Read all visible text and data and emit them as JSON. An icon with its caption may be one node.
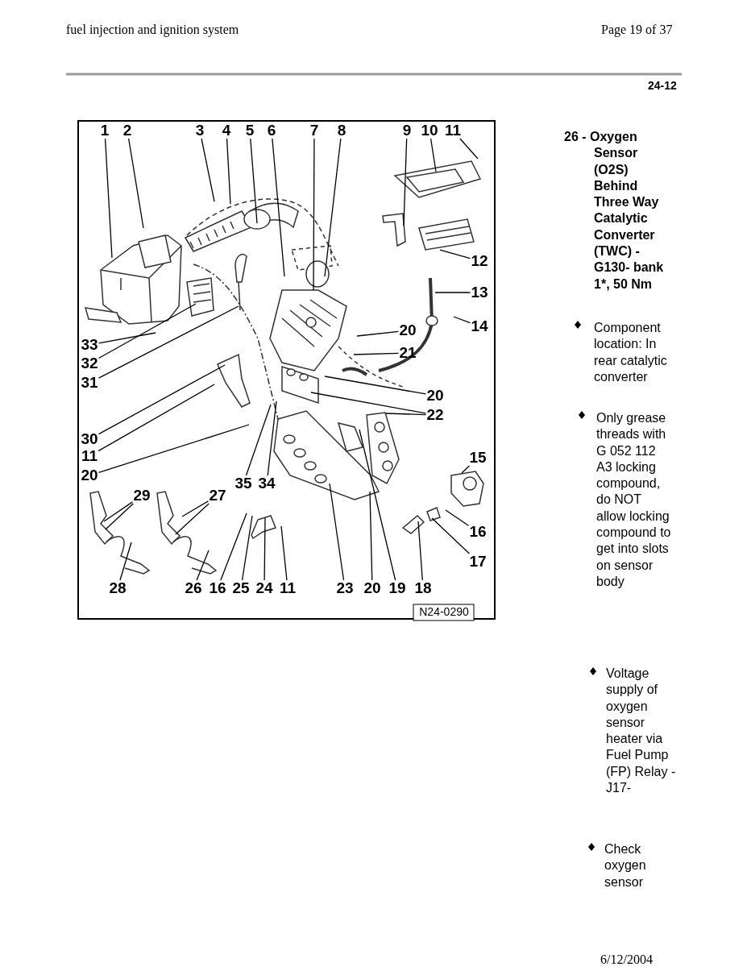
{
  "diagram": {
    "title": "fuel injection and ignition system",
    "nodes": [
      {
        "text": [
          "1"
        ]
      },
      {
        "text": [
          "2"
        ]
      },
      {
        "text": [
          "3"
        ]
      },
      {
        "text": [
          "4"
        ]
      },
      {
        "text": [
          "5"
        ]
      },
      {
        "text": [
          "6"
        ]
      },
      {
        "text": [
          "7"
        ]
      },
      {
        "text": [
          "8"
        ]
      },
      {
        "text": [
          "9"
        ]
      },
      {
        "text": [
          "10"
        ]
      },
      {
        "text": [
          "11"
        ]
      },
      {
        "text": [
          "12"
        ]
      },
      {
        "text": [
          "13"
        ]
      },
      {
        "text": [
          "14"
        ]
      },
      {
        "text": [
          "20"
        ]
      },
      {
        "text": [
          "21"
        ]
      },
      {
        "text": [
          "20"
        ]
      },
      {
        "text": [
          "22"
        ]
      },
      {
        "text": [
          "15"
        ]
      },
      {
        "text": [
          "16"
        ]
      },
      {
        "text": [
          "17"
        ]
      },
      {
        "text": [
          "33"
        ]
      },
      {
        "text": [
          "32"
        ]
      },
      {
        "text": [
          "31"
        ]
      },
      {
        "text": [
          "30"
        ]
      },
      {
        "text": [
          "11"
        ]
      },
      {
        "text": [
          "20"
        ]
      },
      {
        "text": [
          "35"
        ]
      },
      {
        "text": [
          "34"
        ]
      },
      {
        "text": [
          "29"
        ]
      },
      {
        "text": [
          "27"
        ]
      },
      {
        "text": [
          "28"
        ]
      },
      {
        "text": [
          "26"
        ]
      },
      {
        "text": [
          "16"
        ]
      },
      {
        "text": [
          "25"
        ]
      },
      {
        "text": [
          "24"
        ]
      },
      {
        "text": [
          "11"
        ]
      },
      {
        "text": [
          "23"
        ]
      },
      {
        "text": [
          "20"
        ]
      },
      {
        "text": [
          "19"
        ]
      },
      {
        "text": [
          "18"
        ]
      }
    ],
    "edges": [
      {
        "from": 0,
        "to": null,
        "arrow": "none"
      },
      {
        "from": 1,
        "to": null,
        "arrow": "none"
      },
      {
        "from": 2,
        "to": null,
        "arrow": "none"
      },
      {
        "from": 3,
        "to": null,
        "arrow": "none"
      },
      {
        "from": 4,
        "to": null,
        "arrow": "none"
      },
      {
        "from": 5,
        "to": null,
        "arrow": "none"
      },
      {
        "from": 6,
        "to": null,
        "arrow": "none"
      },
      {
        "from": 7,
        "to": null,
        "arrow": "none"
      },
      {
        "from": 8,
        "to": null,
        "arrow": "none"
      },
      {
        "from": 9,
        "to": null,
        "arrow": "none"
      },
      {
        "from": 10,
        "to": null,
        "arrow": "none"
      },
      {
        "from": 11,
        "to": null,
        "arrow": "none"
      },
      {
        "from": 12,
        "to": null,
        "arrow": "none"
      },
      {
        "from": 13,
        "to": null,
        "arrow": "none"
      },
      {
        "from": 14,
        "to": null,
        "arrow": "none"
      },
      {
        "from": 15,
        "to": null,
        "arrow": "none"
      },
      {
        "from": 16,
        "to": null,
        "arrow": "none"
      },
      {
        "from": 17,
        "to": null,
        "arrow": "none"
      },
      {
        "from": 17,
        "to": null,
        "arrow": "none"
      },
      {
        "from": 18,
        "to": null,
        "arrow": "none"
      },
      {
        "from": 19,
        "to": null,
        "arrow": "none"
      },
      {
        "from": 20,
        "to": null,
        "arrow": "none"
      },
      {
        "from": 21,
        "to": null,
        "arrow": "none"
      },
      {
        "from": 22,
        "to": null,
        "arrow": "none"
      },
      {
        "from": 23,
        "to": null,
        "arrow": "none"
      },
      {
        "from": 24,
        "to": null,
        "arrow": "none"
      },
      {
        "from": 25,
        "to": null,
        "arrow": "none"
      },
      {
        "from": 26,
        "to": null,
        "arrow": "none"
      },
      {
        "from": 27,
        "to": null,
        "arrow": "none"
      },
      {
        "from": 28,
        "to": null,
        "arrow": "none"
      },
      {
        "from": 29,
        "to": null,
        "arrow": "none"
      },
      {
        "from": 29,
        "to": null,
        "arrow": "none"
      },
      {
        "from": 30,
        "to": null,
        "arrow": "none"
      },
      {
        "from": 30,
        "to": null,
        "arrow": "none"
      },
      {
        "from": 31,
        "to": null,
        "arrow": "none"
      },
      {
        "from": 32,
        "to": null,
        "arrow": "none"
      },
      {
        "from": 33,
        "to": null,
        "arrow": "none"
      },
      {
        "from": 34,
        "to": null,
        "arrow": "none"
      },
      {
        "from": 35,
        "to": null,
        "arrow": "none"
      },
      {
        "from": 36,
        "to": null,
        "arrow": "none"
      },
      {
        "from": 37,
        "to": null,
        "arrow": "none"
      },
      {
        "from": 38,
        "to": null,
        "arrow": "none"
      },
      {
        "from": 39,
        "to": null,
        "arrow": "none"
      },
      {
        "from": 40,
        "to": null,
        "arrow": "none"
      }
    ],
    "labels": [
      "Page 19 of 37",
      "24-12",
      "N24-0290",
      "26 - Oxygen Sensor (O2S) Behind Three Way Catalytic Converter (TWC) - G130- bank 1*, 50 Nm",
      "Component location: In rear catalytic converter",
      "Only grease threads with G 052 112 A3 locking compound, do NOT allow locking compound to get into slots on sensor body",
      "Voltage supply of oxygen sensor heater via Fuel Pump (FP) Relay - J17-",
      "Check oxygen sensor",
      "6/12/2004"
    ]
  }
}
